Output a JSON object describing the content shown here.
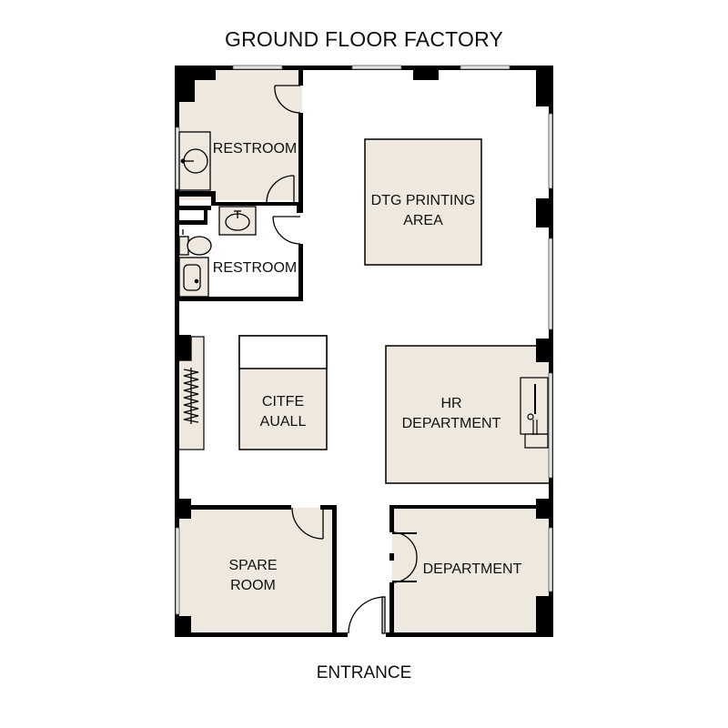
{
  "plan": {
    "title": "GROUND FLOOR FACTORY",
    "entrance_label": "ENTRANCE",
    "colors": {
      "wall": "#000000",
      "room_fill": "#efe8df",
      "floor": "#ffffff",
      "window": "#cfcfcf",
      "text": "#111111"
    },
    "rooms": [
      {
        "id": "restroom-1",
        "lines": [
          "RESTROOM"
        ]
      },
      {
        "id": "restroom-2",
        "lines": [
          "RESTROOM"
        ]
      },
      {
        "id": "dtg-printing-area",
        "lines": [
          "DTG PRINTING",
          "AREA"
        ]
      },
      {
        "id": "citfe-auall",
        "lines": [
          "CITFE",
          "AUALL"
        ]
      },
      {
        "id": "hr-department",
        "lines": [
          "HR",
          "DEPARTMENT"
        ]
      },
      {
        "id": "spare-room",
        "lines": [
          "SPARE",
          "ROOM"
        ]
      },
      {
        "id": "department",
        "lines": [
          "DEPARTMENT"
        ]
      }
    ]
  }
}
